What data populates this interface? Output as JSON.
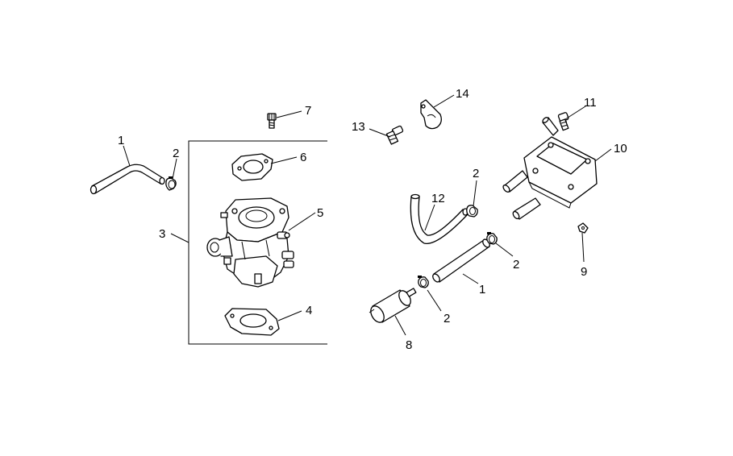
{
  "callouts": {
    "c1a": "1",
    "c2a": "2",
    "c3": "3",
    "c4": "4",
    "c5": "5",
    "c6": "6",
    "c7": "7",
    "c8": "8",
    "c9": "9",
    "c10": "10",
    "c11": "11",
    "c12": "12",
    "c13": "13",
    "c14": "14",
    "c2b": "2",
    "c2c": "2",
    "c2d": "2",
    "c1b": "1"
  }
}
